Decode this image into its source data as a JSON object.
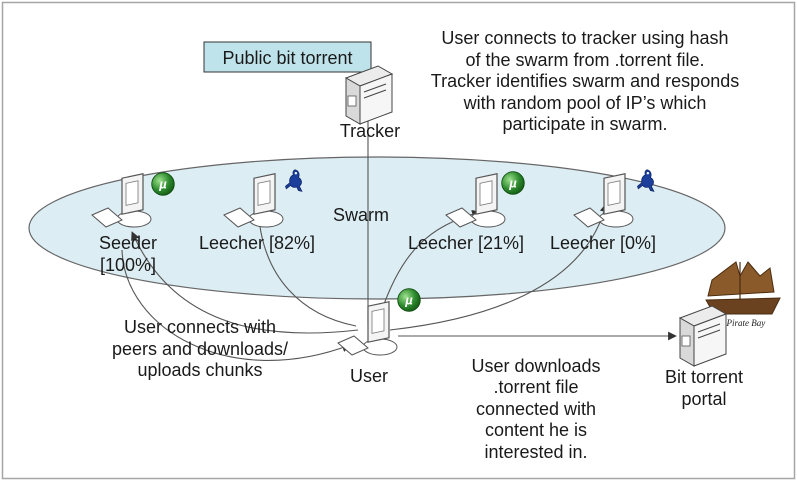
{
  "colors": {
    "frame": "#a6a6a6",
    "swarm_fill": "#dcedf3",
    "label_box_fill": "#bfe3ea",
    "utorrent_green": "#2e8b2e",
    "azureus_blue": "#1b3f9a",
    "pirate_brown": "#8a5a2a"
  },
  "labels": {
    "public_bit_torrent": "Public bit torrent",
    "tracker": "Tracker",
    "swarm": "Swarm",
    "user": "User",
    "seeder_line1": "Seeder",
    "seeder_line2": "[100%]",
    "leecher_82": "Leecher [82%]",
    "leecher_21": "Leecher [21%]",
    "leecher_0": "Leecher [0%]",
    "portal_line1": "Bit torrent",
    "portal_line2": "portal",
    "pirate_bay_logo_text": "The Pirate Bay"
  },
  "notes": {
    "tracker_note": [
      "User connects to tracker using hash",
      "of the swarm from .torrent file.",
      "Tracker identifies swarm and responds",
      "with random pool of IP’s which",
      "participate in swarm."
    ],
    "peers_note": [
      "User connects with",
      "peers and downloads/",
      "uploads chunks"
    ],
    "download_note": [
      "User downloads",
      ".torrent file",
      "connected with",
      "content he is",
      "interested in."
    ]
  },
  "icons": {
    "utorrent": "utorrent-logo-icon",
    "azureus": "azureus-frog-icon",
    "computer": "desktop-computer-icon",
    "server": "server-tower-icon",
    "pirate": "pirate-ship-icon"
  }
}
